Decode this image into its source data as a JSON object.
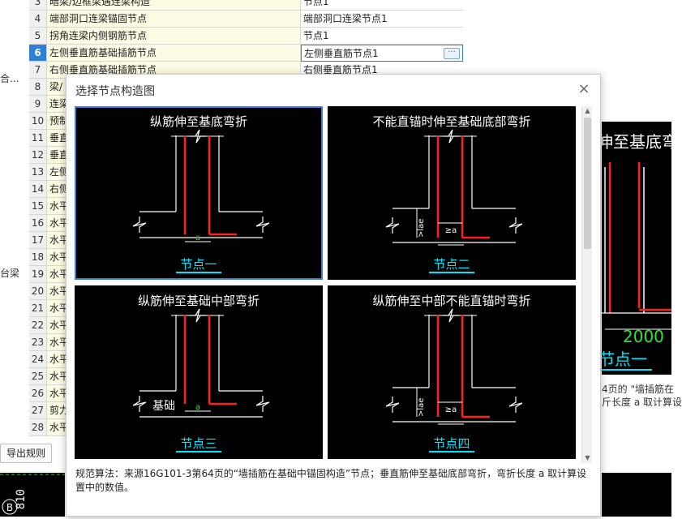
{
  "colors": {
    "rebar": "#ff1e1e",
    "outline": "#ffffff",
    "dimension": "#2ee52e",
    "node_label": "#00e5ff",
    "selection": "#3b7bd6"
  },
  "background": {
    "left_labels": [
      "合...",
      "台梁"
    ],
    "table_rows": [
      {
        "num": "3",
        "name": "暗梁/边框梁遇连梁构造",
        "value": "节点1"
      },
      {
        "num": "4",
        "name": "端部洞口连梁锚固节点",
        "value": "端部洞口连梁节点1"
      },
      {
        "num": "5",
        "name": "拐角连梁内侧钢筋节点",
        "value": "节点1"
      },
      {
        "num": "6",
        "name": "左侧垂直筋基础插筋节点",
        "value": "左侧垂直筋节点1",
        "selected": true
      },
      {
        "num": "7",
        "name": "右侧垂直筋基础插筋节点",
        "value": "右侧垂直筋节点1"
      },
      {
        "num": "8",
        "name": "梁/",
        "value": ""
      },
      {
        "num": "9",
        "name": "连梁",
        "value": ""
      },
      {
        "num": "10",
        "name": "预制",
        "value": ""
      },
      {
        "num": "11",
        "name": "垂直",
        "value": ""
      },
      {
        "num": "12",
        "name": "垂直",
        "value": ""
      },
      {
        "num": "13",
        "name": "左侧",
        "value": ""
      },
      {
        "num": "14",
        "name": "右侧",
        "value": ""
      },
      {
        "num": "15",
        "name": "水平",
        "value": ""
      },
      {
        "num": "16",
        "name": "水平",
        "value": ""
      },
      {
        "num": "17",
        "name": "水平",
        "value": ""
      },
      {
        "num": "18",
        "name": "水平",
        "value": ""
      },
      {
        "num": "19",
        "name": "水平",
        "value": ""
      },
      {
        "num": "20",
        "name": "水平",
        "value": ""
      },
      {
        "num": "21",
        "name": "水平",
        "value": ""
      },
      {
        "num": "22",
        "name": "水平",
        "value": ""
      },
      {
        "num": "23",
        "name": "水平",
        "value": ""
      },
      {
        "num": "24",
        "name": "水平",
        "value": ""
      },
      {
        "num": "25",
        "name": "水平",
        "value": ""
      },
      {
        "num": "26",
        "name": "水平",
        "value": ""
      },
      {
        "num": "27",
        "name": "剪力",
        "value": ""
      },
      {
        "num": "28",
        "name": "水平",
        "value": ""
      }
    ],
    "more_button": "···",
    "export_button": "导出规则",
    "bottom_cad_text": "0 810",
    "bottom_cad_marker": "B",
    "right_preview": {
      "title": "伸至基底弯",
      "dimension": "2000",
      "label": "节点一"
    },
    "right_note": [
      "4页的 \"墙插筋在",
      "斤长度 a 取计算设"
    ]
  },
  "dialog": {
    "title": "选择节点构造图",
    "close_glyph": "×",
    "nodes": [
      {
        "title": "纵筋伸至基底弯折",
        "label": "节点一",
        "dim_label": "a",
        "side_label": "",
        "lae_label": "",
        "lae_min": "",
        "selected": true
      },
      {
        "title": "不能直锚时伸至基础底部弯折",
        "label": "节点二",
        "dim_label": "",
        "side_label": "",
        "lae_label": ">lae",
        "lae_min": "≥a",
        "selected": false
      },
      {
        "title": "纵筋伸至基础中部弯折",
        "label": "节点三",
        "dim_label": "a",
        "side_label": "基础",
        "lae_label": "",
        "lae_min": "",
        "selected": false
      },
      {
        "title": "纵筋伸至中部不能直锚时弯折",
        "label": "节点四",
        "dim_label": "",
        "side_label": "",
        "lae_label": ">lae",
        "lae_min": "≥a",
        "selected": false
      }
    ],
    "scroll_up": "▲",
    "scroll_down": "▼",
    "description": "规范算法：来源16G101-3第64页的“墙插筋在基础中锚固构造”节点；垂直筋伸至基础底部弯折，弯折长度 a 取计算设置中的数值。"
  }
}
